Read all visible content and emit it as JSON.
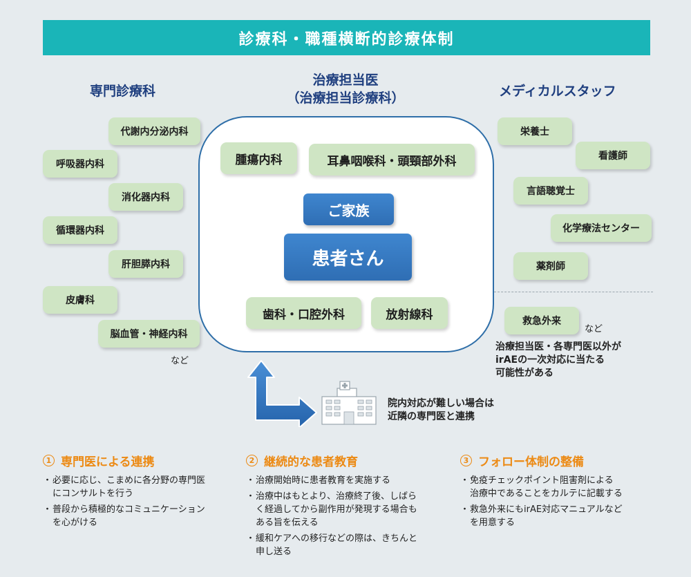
{
  "title": "診療科・職種横断的診療体制",
  "headers": {
    "left": "専門診療科",
    "center_line1": "治療担当医",
    "center_line2": "（治療担当診療科）",
    "right": "メディカルスタッフ"
  },
  "left_depts": [
    "代謝内分泌内科",
    "呼吸器内科",
    "消化器内科",
    "循環器内科",
    "肝胆膵内科",
    "皮膚科",
    "脳血管・神経内科"
  ],
  "left_etc": "など",
  "center": {
    "top_left": "腫瘍内科",
    "top_right": "耳鼻咽喉科・頭頸部外科",
    "family": "ご家族",
    "patient": "患者さん",
    "bottom_left": "歯科・口腔外科",
    "bottom_right": "放射線科"
  },
  "right_staff": [
    "栄養士",
    "看護師",
    "言語聴覚士",
    "化学療法センター",
    "薬剤師"
  ],
  "emergency": "救急外来",
  "right_etc": "など",
  "right_note": [
    "治療担当医・各専門医以外が",
    "irAEの一次対応に当たる",
    "可能性がある"
  ],
  "referral_note": [
    "院内対応が難しい場合は",
    "近隣の専門医と連携"
  ],
  "sections": [
    {
      "num": "1",
      "title": "専門医による連携",
      "bullets": [
        [
          "必要に応じ、こまめに各分野の専門医",
          "にコンサルトを行う"
        ],
        [
          "普段から積極的なコミュニケーション",
          "を心がける"
        ]
      ]
    },
    {
      "num": "2",
      "title": "継続的な患者教育",
      "bullets": [
        [
          "治療開始時に患者教育を実施する"
        ],
        [
          "治療中はもとより、治療終了後、しばら",
          "く経過してから副作用が発現する場合も",
          "ある旨を伝える"
        ],
        [
          "緩和ケアへの移行などの際は、きちんと",
          "申し送る"
        ]
      ]
    },
    {
      "num": "3",
      "title": "フォロー体制の整備",
      "bullets": [
        [
          "免疫チェックポイント阻害剤による",
          "治療中であることをカルテに記載する"
        ],
        [
          "救急外来にもirAE対応マニュアルなど",
          "を用意する"
        ]
      ]
    }
  ],
  "colors": {
    "banner": "#1ab5b8",
    "pill": "#cfe5c4",
    "blue": "#2f6eb4",
    "accent": "#ec8a14",
    "header_text": "#1f3f7f"
  },
  "icons": [
    "two-way-arrow-icon",
    "hospital-icon"
  ]
}
